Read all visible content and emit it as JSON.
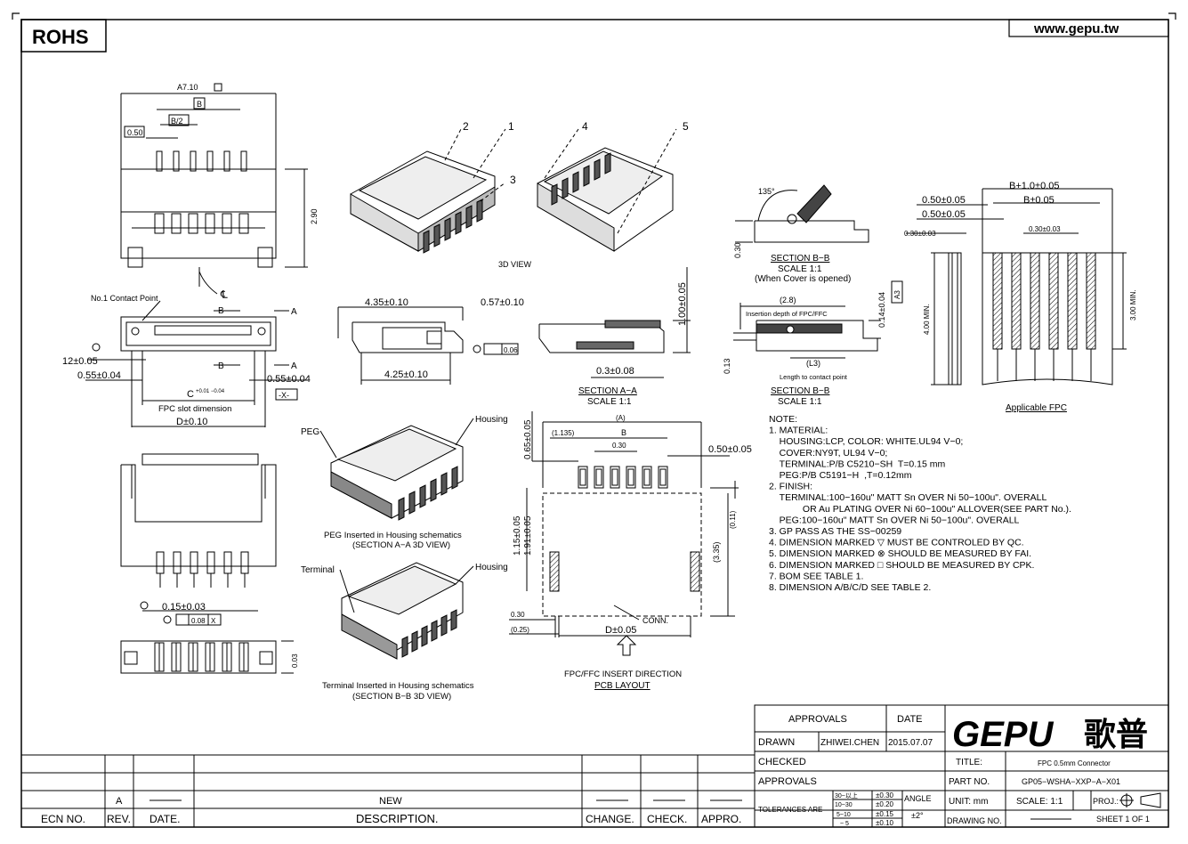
{
  "header": {
    "rohs": "ROHS",
    "website": "www.gepu.tw"
  },
  "top_view": {
    "dim_a": "A7.10",
    "dim_b": "B",
    "dim_b2": "B/2",
    "dim_050": "0.50",
    "dim_290": "2.90",
    "centerline": "℄"
  },
  "front_view": {
    "no1_contact": "No.1 Contact Point",
    "label_b": "B",
    "label_a": "A",
    "dim_12": "12±0.05",
    "dim_055_left": "0.55±0.04",
    "dim_055_right": "0.55±0.04",
    "dim_c": "C",
    "dim_c_tol": "+0.01 −0.04",
    "dim_x": "-X-",
    "fpc_slot": "FPC slot dimension",
    "dim_d": "D±0.10"
  },
  "section_aa": {
    "dim_435": "4.35±0.10",
    "dim_057": "0.57±0.10",
    "dim_425": "4.25±0.10",
    "dim_006": "0.06",
    "dim_03": "0.3±0.08",
    "dim_100": "1.00±0.05",
    "title": "SECTION A−A",
    "scale": "SCALE 1:1"
  },
  "section_bb_open": {
    "angle": "135°",
    "dim_030": "0.30",
    "title": "SECTION B−B",
    "scale": "SCALE 1:1",
    "note": "(When Cover is opened)"
  },
  "section_bb": {
    "dim_28": "(2.8)",
    "insertion": "Insertion depth of FPC/FFC",
    "dim_013": "0.13",
    "dim_014": "0.14±0.04",
    "dim_l3": "(L3)",
    "length_note": "Length to contact point",
    "dim_a3": "A3",
    "title": "SECTION B−B",
    "scale": "SCALE 1:1"
  },
  "view_3d": {
    "label": "3D VIEW",
    "callouts": [
      "1",
      "2",
      "3",
      "4",
      "5"
    ]
  },
  "peg_view": {
    "peg": "PEG",
    "housing": "Housing",
    "caption1": "PEG Inserted in Housing schematics",
    "caption2": "(SECTION A−A 3D VIEW)"
  },
  "terminal_view": {
    "terminal": "Terminal",
    "housing": "Housing",
    "caption1": "Terminal Inserted in Housing schematics",
    "caption2": "(SECTION B−B 3D VIEW)"
  },
  "bottom_view": {
    "dim_015": "0.15±0.03",
    "dim_008": "0.08",
    "x": "X",
    "dim_003": "0.03"
  },
  "pcb_layout": {
    "dim_a": "(A)",
    "dim_1135": "(1.135)",
    "dim_b": "B",
    "dim_030": "0.30",
    "dim_050": "0.50±0.05",
    "dim_065": "0.65±0.05",
    "dim_115": "1.15±0.05",
    "dim_191": "1.91±0.05",
    "dim_011": "(0.11)",
    "dim_335": "(3.35)",
    "dim_030b": "0.30",
    "dim_025": "(0.25)",
    "dim_d": "D±0.05",
    "conn": "CONN.",
    "insert_dir": "FPC/FFC INSERT DIRECTION",
    "title": "PCB LAYOUT"
  },
  "applicable_fpc": {
    "dim_b10": "B+1.0±0.05",
    "dim_050a": "0.50±0.05",
    "dim_b005": "B±0.05",
    "dim_050b": "0.50±0.05",
    "dim_030l": "0.30±0.03",
    "dim_030r": "0.30±0.03",
    "dim_400": "4.00 MIN.",
    "dim_300": "3.00 MIN.",
    "title": "Applicable FPC"
  },
  "notes": [
    "NOTE:",
    "1. MATERIAL:",
    "   HOUSING:LCP, COLOR: WHITE.UL94 V−0;",
    "   COVER:NY9T, UL94 V−0;",
    "   TERMINAL:P/B C5210−SH  T=0.15 mm",
    "   PEG:P/B C5191−H  ,T=0.12mm",
    "2. FINISH:",
    "   TERMINAL:100−160u\" MATT Sn OVER Ni 50−100u\". OVERALL",
    "            OR Au PLATING OVER Ni 60−100u\" ALLOVER(SEE PART No.).",
    "   PEG:100−160u\" MATT Sn OVER Ni 50−100u\". OVERALL",
    "3. GP PASS AS THE SS−00259",
    "4. DIMENSION MARKED ▽ MUST BE CONTROLED BY QC.",
    "5. DIMENSION MARKED ⊗ SHOULD BE MEASURED BY FAI.",
    "6. DIMENSION MARKED □ SHOULD BE MEASURED BY CPK.",
    "7. BOM SEE TABLE 1.",
    "8. DIMENSION A/B/C/D SEE TABLE 2."
  ],
  "title_block": {
    "approvals_hdr": "APPROVALS",
    "date_hdr": "DATE",
    "drawn": "DRAWN",
    "drawn_by": "ZHIWEI.CHEN",
    "drawn_date": "2015.07.07",
    "checked": "CHECKED",
    "approvals": "APPROVALS",
    "tolerances": "TOLERANCES ARE",
    "tol_rows": [
      [
        "30~以上",
        "±0.30"
      ],
      [
        "10~30",
        "±0.20"
      ],
      [
        "5~10",
        "±0.15"
      ],
      [
        "~ 5",
        "±0.10"
      ]
    ],
    "angle": "ANGLE",
    "angle_tol": "±2°",
    "logo": "GEPU",
    "logo_cn": "歌普",
    "title_lbl": "TITLE:",
    "title_val": "FPC 0.5mm  Connector",
    "partno_lbl": "PART NO.",
    "partno_val": "GP05−WSHA−XXP−A−X01",
    "unit": "UNIT: mm",
    "scale": "SCALE: 1:1",
    "proj": "PROJ.:",
    "drawing_no": "DRAWING NO.",
    "sheet": "SHEET  1 OF 1"
  },
  "revision_block": {
    "rev": "A",
    "new": "NEW",
    "hdr_ecn": "ECN NO.",
    "hdr_rev": "REV.",
    "hdr_date": "DATE.",
    "hdr_desc": "DESCRIPTION.",
    "hdr_change": "CHANGE.",
    "hdr_check": "CHECK.",
    "hdr_appro": "APPRO."
  }
}
